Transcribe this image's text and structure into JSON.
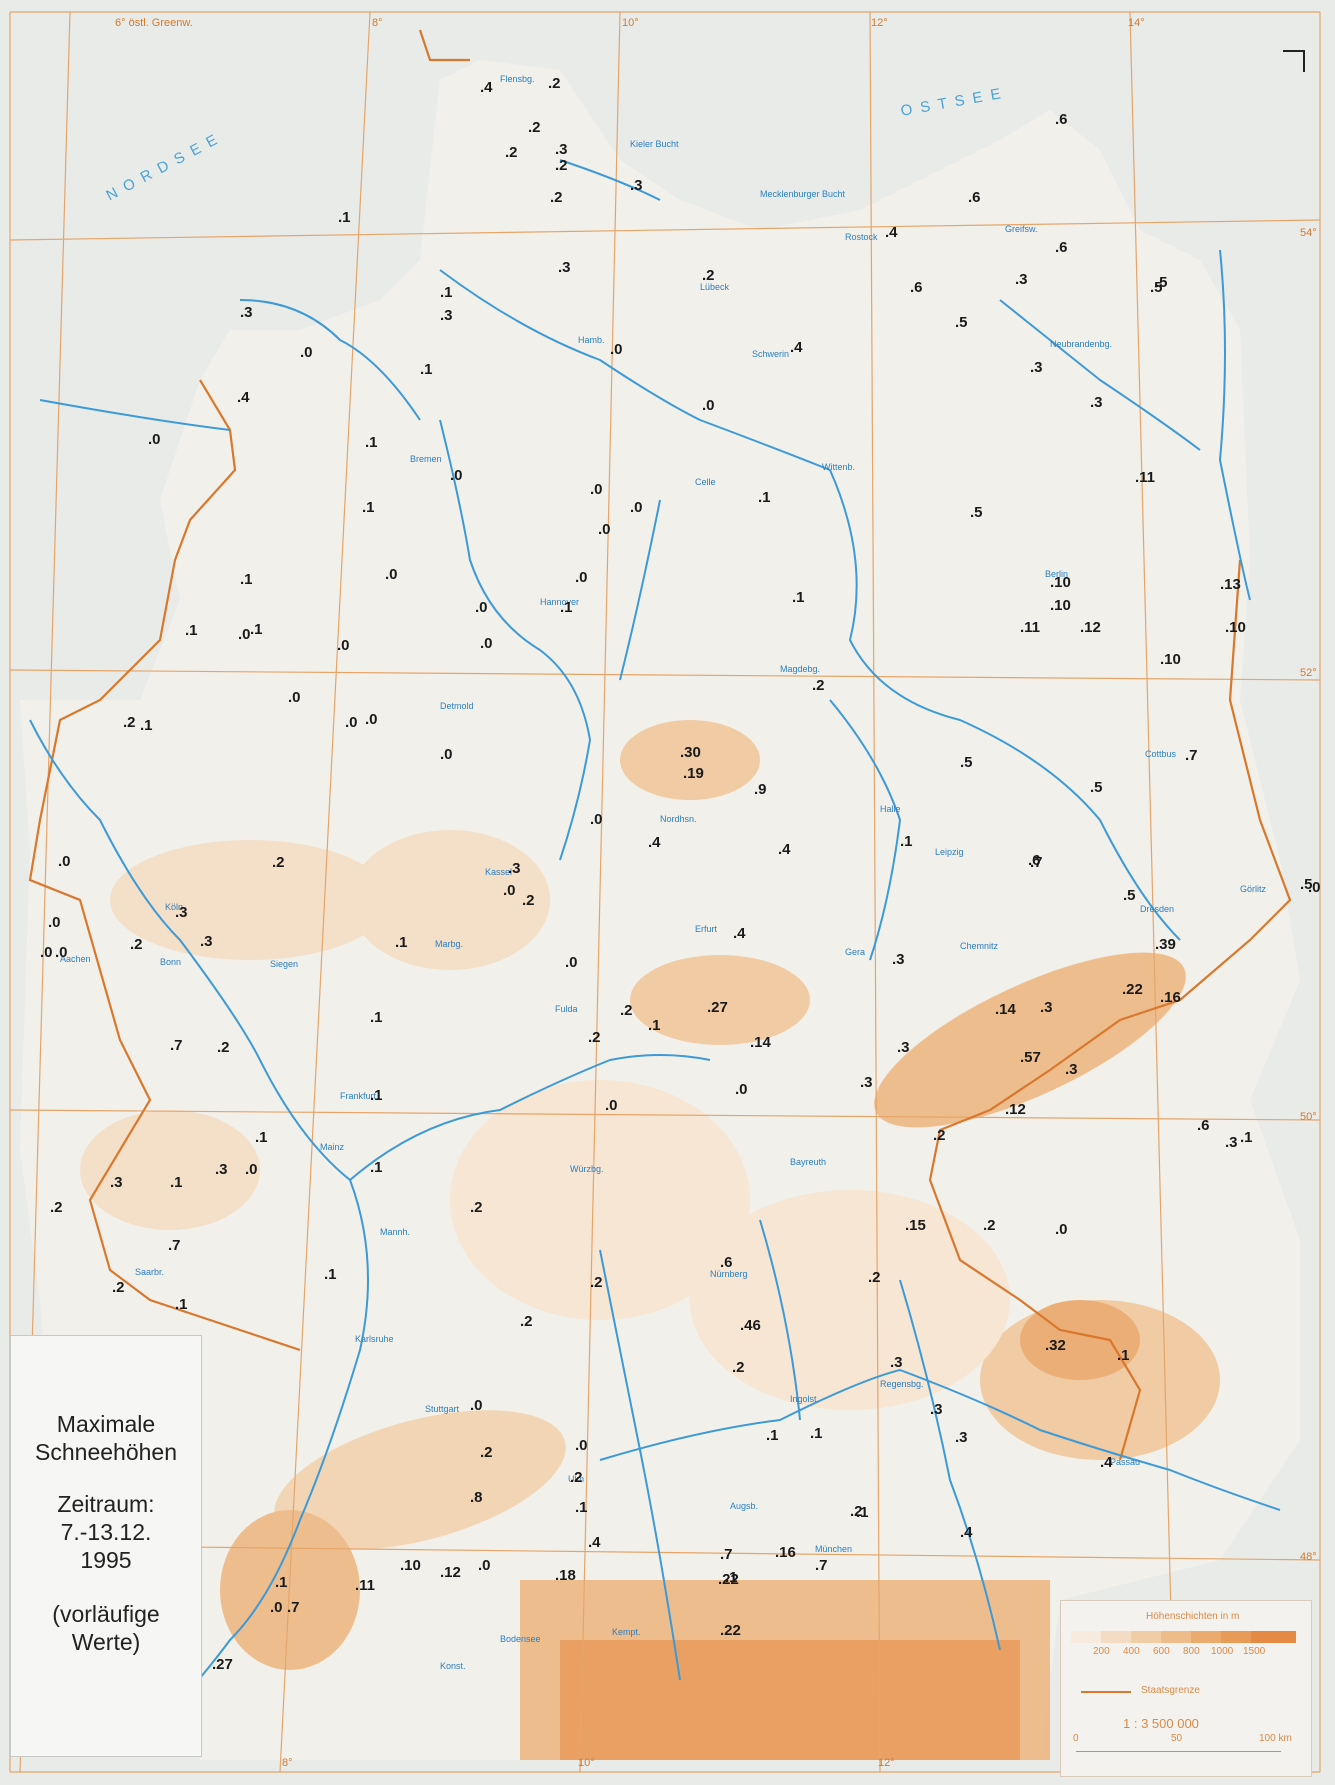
{
  "title": {
    "line1": "Maximale",
    "line2": "Schneehöhen",
    "line3": "Zeitraum:",
    "line4": "7.-13.12.",
    "line5": "1995",
    "line6": "(vorläufige",
    "line7": "Werte)"
  },
  "sea_labels": {
    "nordsee": "N O R D S E E",
    "ostsee": "O S T S E E"
  },
  "longitude_labels": {
    "top": [
      "6° östl. Greenw.",
      "8°",
      "10°",
      "12°",
      "14°"
    ],
    "bottom": [
      "8°",
      "10°",
      "12°"
    ]
  },
  "latitude_labels": [
    "54°",
    "52°",
    "50°",
    "48°"
  ],
  "legend": {
    "title": "Höhenschichten in m",
    "bands": [
      "200",
      "400",
      "600",
      "800",
      "1000",
      "1500"
    ],
    "border_label": "Staatsgrenze",
    "scale": "1 : 3 500 000",
    "scale_ticks": [
      "0",
      "50",
      "100 km"
    ]
  },
  "colors": {
    "sea_land": "#e9ebe9",
    "river": "#3c9ad7",
    "border": "#d9782d",
    "relief_light": "#f3d9bf",
    "relief_mid": "#efb47c",
    "relief_dark": "#e8924a",
    "grid": "#e5a56a"
  },
  "cities": [
    "Flensbg.",
    "Kieler Bucht",
    "Mecklenburger Bucht",
    "Rostock",
    "Greifsw.",
    "Lübeck",
    "Hamb.",
    "Schwerin",
    "Neubrandenbg.",
    "Bremen",
    "Celle",
    "Wittenb.",
    "Hannover",
    "Magdebg.",
    "Berlin",
    "Detmold",
    "Cottbus",
    "Nordhsn.",
    "Halle",
    "Leipzig",
    "Kassel",
    "Dresden",
    "Görlitz",
    "Köln",
    "Aachen",
    "Bonn",
    "Erfurt",
    "Gera",
    "Chemnitz",
    "Marbg.",
    "Fulda",
    "Siegen",
    "Frankfurt",
    "Bayreuth",
    "Würzbg.",
    "Mainz",
    "Mannh.",
    "Nürnberg",
    "Saarbr.",
    "Karlsruhe",
    "Regensbg.",
    "Stuttgart",
    "Ingolst.",
    "Ulm",
    "Augsb.",
    "München",
    "Passau",
    "Kempt.",
    "Konst.",
    "Bodensee"
  ],
  "snow_depths": [
    "4",
    "2",
    "2",
    "2",
    "3",
    "2",
    "2",
    "3",
    "1",
    "3",
    "6",
    "6",
    "4",
    "6",
    "3",
    "1",
    "3",
    "3",
    "6",
    "5",
    "5",
    "3",
    "0",
    "4",
    "1",
    "2",
    "0",
    "0",
    "1",
    "0",
    "3",
    "0",
    "4",
    "1",
    "0",
    "0",
    "0",
    "1",
    "1",
    "5",
    "5",
    "11",
    "0",
    "0",
    "0",
    "1",
    "1",
    "0",
    "1",
    "0",
    "10",
    "10",
    "11",
    "12",
    "13",
    "10",
    "10",
    "1",
    "0",
    "0",
    "0",
    "1",
    "2",
    "0",
    "7",
    "2",
    "5",
    "5",
    "7",
    "0",
    "30",
    "19",
    "9",
    "0",
    "4",
    "4",
    "1",
    "0",
    "2",
    "3",
    "5",
    "6",
    "3",
    "5",
    "3",
    "0",
    "2",
    "0",
    "0",
    "0",
    "1",
    "3",
    "2",
    "4",
    "0",
    "27",
    "2",
    "1",
    "2",
    "14",
    "3",
    "22",
    "39",
    "16",
    "14",
    "7",
    "3",
    "2",
    "0",
    "1",
    "1",
    "0",
    "1",
    "3",
    "57",
    "3",
    "0",
    "3",
    "12",
    "6",
    "3",
    "2",
    "3",
    "1",
    "1",
    "1",
    "0",
    "2",
    "2",
    "6",
    "15",
    "2",
    "0",
    "7",
    "1",
    "2",
    "2",
    "2",
    "1",
    "46",
    "32",
    "1",
    "2",
    "3",
    "0",
    "2",
    "3",
    "1",
    "1",
    "0",
    "3",
    "2",
    "1",
    "2",
    "8",
    "1",
    "4",
    "4",
    "4",
    "1",
    "2",
    "10",
    "11",
    "12",
    "0",
    "7",
    "16",
    "7",
    "18",
    "0",
    "1",
    "7",
    "22",
    "22",
    "27"
  ]
}
